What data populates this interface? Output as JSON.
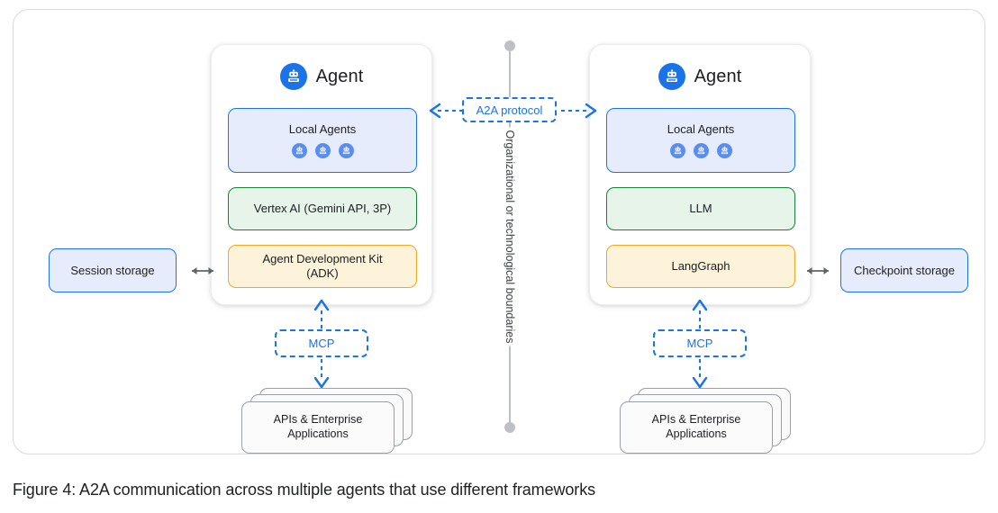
{
  "figure": {
    "caption": "Figure 4: A2A communication across multiple agents that use different frameworks"
  },
  "colors": {
    "blue_accent": "#1a73e8",
    "blue_fill": "#e6ecfb",
    "green_accent": "#188038",
    "green_fill": "#e6f4ea",
    "orange_accent": "#f5a623",
    "orange_fill": "#fdf3da",
    "gray_line": "#bdc1c6",
    "card_border": "#9aa0a6",
    "frame_border": "#d9dbdd"
  },
  "boundary": {
    "label": "Organizational or technological boundaries"
  },
  "protocol": {
    "label": "A2A protocol"
  },
  "agents": [
    {
      "title": "Agent",
      "icon": "robot-icon",
      "local_agents": {
        "label": "Local Agents",
        "mini_icons": [
          "robot-icon",
          "robot-icon",
          "robot-icon"
        ]
      },
      "model_layer": "Vertex AI (Gemini API, 3P)",
      "framework_layer": "Agent Development Kit (ADK)",
      "framework_layer_line1": "Agent Development Kit",
      "framework_layer_line2": "(ADK)",
      "storage": "Session storage",
      "mcp": "MCP",
      "apis_line1": "APIs & Enterprise",
      "apis_line2": "Applications"
    },
    {
      "title": "Agent",
      "icon": "robot-icon",
      "local_agents": {
        "label": "Local Agents",
        "mini_icons": [
          "robot-icon",
          "robot-icon",
          "robot-icon"
        ]
      },
      "model_layer": "LLM",
      "framework_layer": "LangGraph",
      "framework_layer_line1": "LangGraph",
      "framework_layer_line2": "",
      "storage": "Checkpoint storage",
      "mcp": "MCP",
      "apis_line1": "APIs & Enterprise",
      "apis_line2": "Applications"
    }
  ]
}
